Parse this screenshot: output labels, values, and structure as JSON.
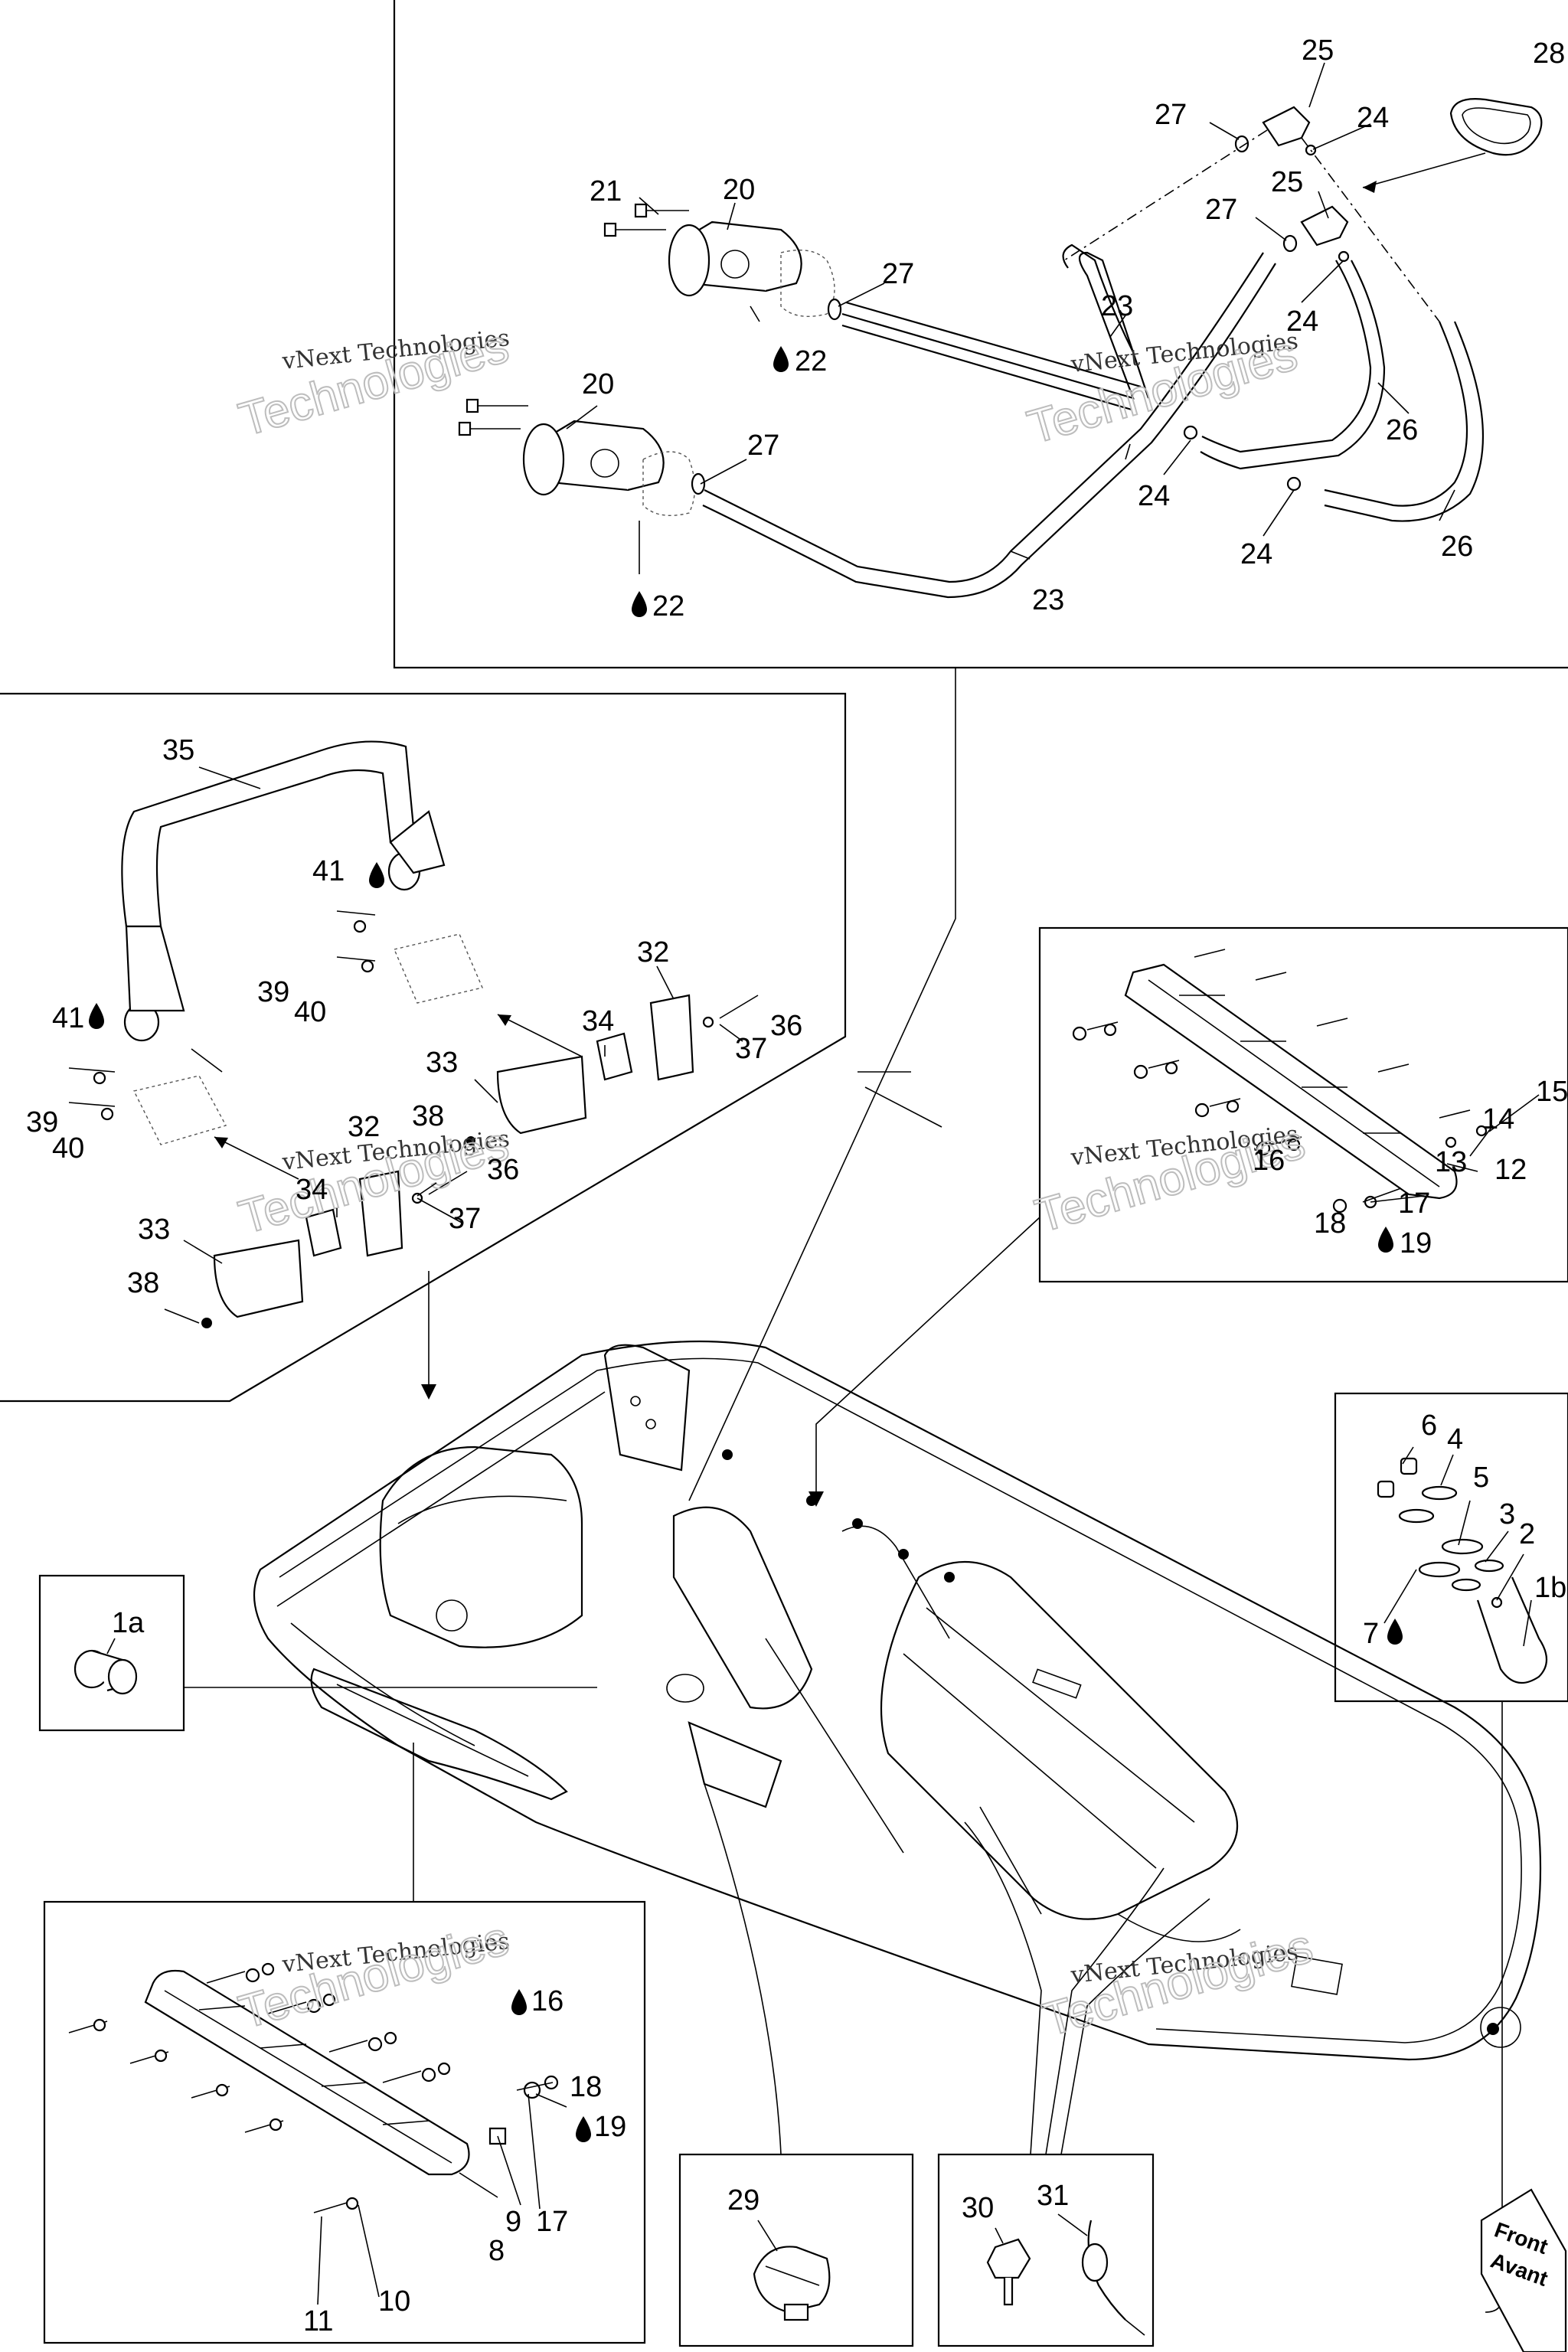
{
  "watermark": {
    "line1": "vNext Technologies",
    "line2": "Technologies"
  },
  "front_tag": {
    "en": "Front",
    "fr": "Avant"
  },
  "callouts": {
    "n1a": "1a",
    "n1b": "1b",
    "n2": "2",
    "n3": "3",
    "n4": "4",
    "n5": "5",
    "n6": "6",
    "n7": "7",
    "n8": "8",
    "n9": "9",
    "n10": "10",
    "n11": "11",
    "n12": "12",
    "n13": "13",
    "n14": "14",
    "n15": "15",
    "n16": "16",
    "n17": "17",
    "n18": "18",
    "n19": "19",
    "n20": "20",
    "n21": "21",
    "n22": "22",
    "n23": "23",
    "n24": "24",
    "n25": "25",
    "n26": "26",
    "n27": "27",
    "n28": "28",
    "n29": "29",
    "n30": "30",
    "n31": "31",
    "n32": "32",
    "n33": "33",
    "n34": "34",
    "n35": "35",
    "n36": "36",
    "n37": "37",
    "n38": "38",
    "n39": "39",
    "n40": "40",
    "n41": "41"
  },
  "icons": {
    "adhesive": "drop-icon"
  },
  "colors": {
    "line": "#000000",
    "watermark": "#bdbdbd"
  }
}
